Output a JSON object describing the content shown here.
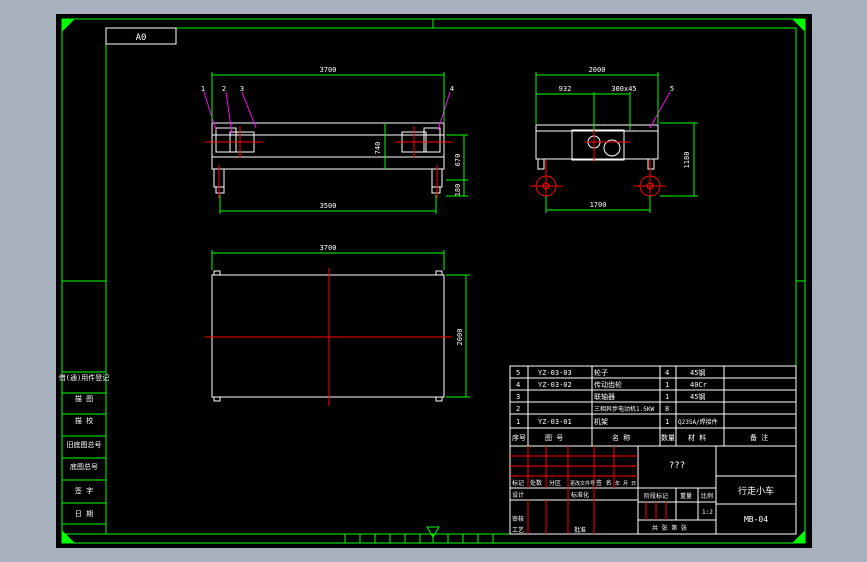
{
  "sheet": {
    "size_label": "A0",
    "title_placeholder": "???",
    "part_name": "行走小车",
    "drawing_number": "MB-04",
    "scale": "1:2"
  },
  "side_view": {
    "dims": {
      "top_length": "3700",
      "bottom_length": "3500",
      "height_1": "740",
      "height_2": "670",
      "height_3": "180"
    },
    "balloons": [
      "1",
      "2",
      "3",
      "4"
    ]
  },
  "end_view": {
    "dims": {
      "width": "2000",
      "offset_1": "932",
      "offset_2": "300x45",
      "wheel_gauge": "1700",
      "height": "1180"
    },
    "balloons": [
      "5"
    ]
  },
  "top_view": {
    "dims": {
      "length": "3700",
      "width": "2000"
    }
  },
  "bom": {
    "rows": [
      {
        "seq": "5",
        "code": "YZ-03-03",
        "name": "轮子",
        "qty": "4",
        "material": "45钢",
        "note": ""
      },
      {
        "seq": "4",
        "code": "YZ-03-02",
        "name": "传动齿轮",
        "qty": "1",
        "material": "40Cr",
        "note": ""
      },
      {
        "seq": "3",
        "code": "",
        "name": "联轴器",
        "qty": "1",
        "material": "45钢",
        "note": ""
      },
      {
        "seq": "2",
        "code": "",
        "name": "三相异步电动机1.5KW",
        "qty": "8",
        "material": "",
        "note": ""
      },
      {
        "seq": "1",
        "code": "YZ-03-01",
        "name": "机架",
        "qty": "1",
        "material": "Q235A/焊接件",
        "note": ""
      }
    ],
    "header": {
      "seq": "序号",
      "code": "图 号",
      "name": "名 称",
      "qty": "数量",
      "material": "材 料",
      "note": "备 注"
    }
  },
  "title_block": {
    "revision_labels": [
      "标记",
      "处数",
      "分区",
      "更改文件号",
      "签 名",
      "年 月 日"
    ],
    "design": "设计",
    "standardize": "标准化",
    "review": "审核",
    "process": "工艺",
    "approve": "批准",
    "stage_mark": "阶段标记",
    "weight": "重量",
    "scale_label": "比例",
    "sheet_info": "共 张 第 张"
  },
  "sidebar_labels": [
    "借(通)用件登记",
    "旧底图总号",
    "底图总号",
    "签 字",
    "日 期",
    "描 图",
    "描 校"
  ]
}
